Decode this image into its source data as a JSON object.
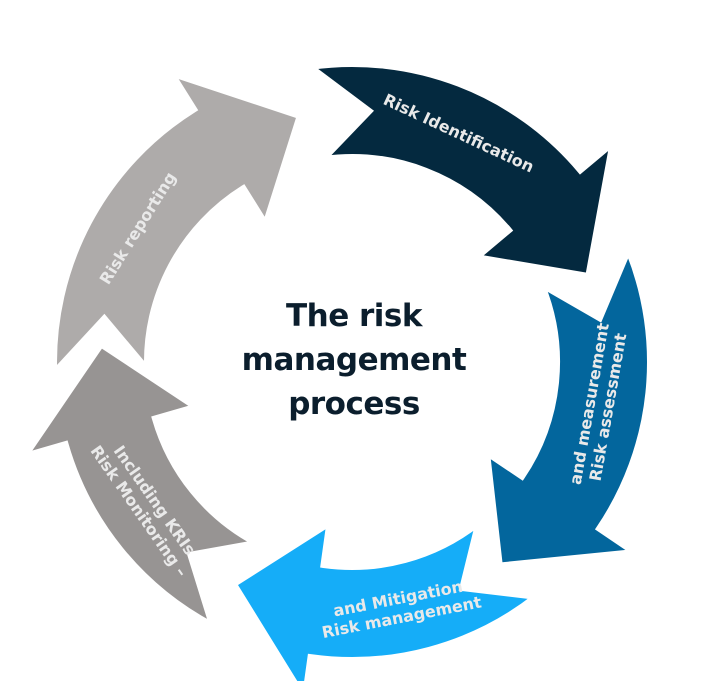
{
  "title": {
    "lines": [
      "The risk",
      "management",
      "process"
    ],
    "color": "#0b1e2d"
  },
  "cycle": {
    "direction": "clockwise",
    "steps": [
      {
        "id": "reporting",
        "label_lines": [
          "Risk reporting"
        ],
        "color": "#aeabaa",
        "text_color": "#e6e6e6"
      },
      {
        "id": "identification",
        "label_lines": [
          "Risk Identification"
        ],
        "color": "#04293f",
        "text_color": "#e6e6e6"
      },
      {
        "id": "assessment",
        "label_lines": [
          "Risk assessment",
          "and measurement"
        ],
        "color": "#03669d",
        "text_color": "#e6e6e6"
      },
      {
        "id": "management",
        "label_lines": [
          "Risk management",
          "and Mitigation"
        ],
        "color": "#15adf8",
        "text_color": "#e6e6e6"
      },
      {
        "id": "monitoring",
        "label_lines": [
          "Risk Monitoring –",
          "Including KRIs"
        ],
        "color": "#979493",
        "text_color": "#e6e6e6"
      }
    ]
  }
}
